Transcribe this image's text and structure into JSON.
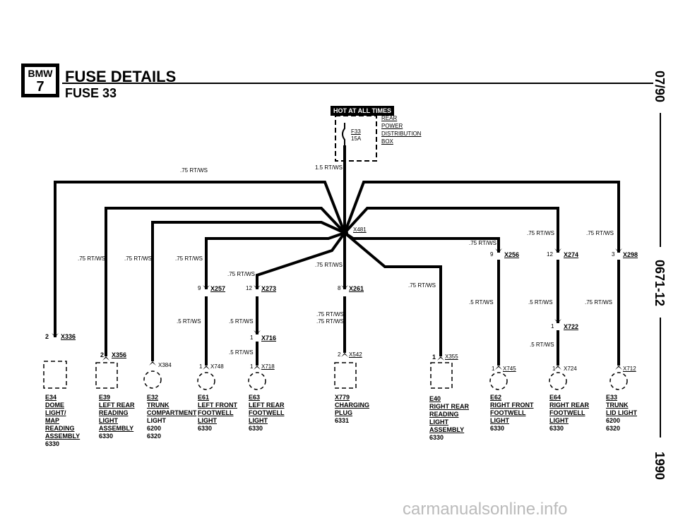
{
  "header": {
    "logo_top": "BMW",
    "logo_bottom": "7",
    "title": "FUSE DETAILS",
    "subtitle": "FUSE 33"
  },
  "side": {
    "date": "07/90",
    "page": "0671-12",
    "year": "1990"
  },
  "fuse_box": {
    "hot_label": "HOT AT ALL TIMES",
    "fuse_id": "F33",
    "fuse_rating": "15A",
    "name": [
      "REAR",
      "POWER",
      "DISTRIBUTION",
      "BOX"
    ]
  },
  "wires": {
    "main_feed": "1.5 RT/WS",
    "left_trunk": ".75 RT/WS",
    "splice": "X481",
    "w_75": ".75 RT/WS",
    "w_5": ".5 RT/WS"
  },
  "connectors": {
    "x336": "X336",
    "x356": "X356",
    "x384": "X384",
    "x257": "X257",
    "x748": "X748",
    "x273": "X273",
    "x716": "X716",
    "x718": "X718",
    "x261": "X261",
    "x542": "X542",
    "x355": "X355",
    "x256": "X256",
    "x745": "X745",
    "x274": "X274",
    "x722": "X722",
    "x724": "X724",
    "x298": "X298",
    "x712": "X712"
  },
  "pins": {
    "p2a": "2",
    "p2b": "2",
    "p1a": "1",
    "p9": "9",
    "p12": "12",
    "p1b": "1",
    "p1c": "1",
    "p8": "8",
    "p2c": "2",
    "p1d": "1",
    "p9b": "9",
    "p1e": "1",
    "p12b": "12",
    "p1f": "1",
    "p1g": "1",
    "p3": "3"
  },
  "components": [
    {
      "id": "E34",
      "lines": [
        "DOME",
        "LIGHT/",
        "MAP",
        "READING",
        "ASSEMBLY"
      ],
      "page": "6330"
    },
    {
      "id": "E39",
      "lines": [
        "LEFT REAR",
        "READING",
        "LIGHT",
        "ASSEMBLY"
      ],
      "page": "6330"
    },
    {
      "id": "E32",
      "lines": [
        "TRUNK",
        "COMPARTMENT",
        "LIGHT"
      ],
      "page": "6200",
      "page2": "6320"
    },
    {
      "id": "E61",
      "lines": [
        "LEFT FRONT",
        "FOOTWELL",
        "LIGHT"
      ],
      "page": "6330"
    },
    {
      "id": "E63",
      "lines": [
        "LEFT REAR",
        "FOOTWELL",
        "LIGHT"
      ],
      "page": "6330"
    },
    {
      "id": "X779",
      "lines": [
        "CHARGING",
        "PLUG"
      ],
      "page": "6331"
    },
    {
      "id": "E40",
      "lines": [
        "RIGHT REAR",
        "READING",
        "LIGHT",
        "ASSEMBLY"
      ],
      "page": "6330"
    },
    {
      "id": "E62",
      "lines": [
        "RIGHT FRONT",
        "FOOTWELL",
        "LIGHT"
      ],
      "page": "6330"
    },
    {
      "id": "E64",
      "lines": [
        "RIGHT REAR",
        "FOOTWELL",
        "LIGHT"
      ],
      "page": "6330"
    },
    {
      "id": "E33",
      "lines": [
        "TRUNK",
        "LID LIGHT"
      ],
      "page": "6200",
      "page2": "6320"
    }
  ],
  "watermark": "carmanualsonline.info"
}
